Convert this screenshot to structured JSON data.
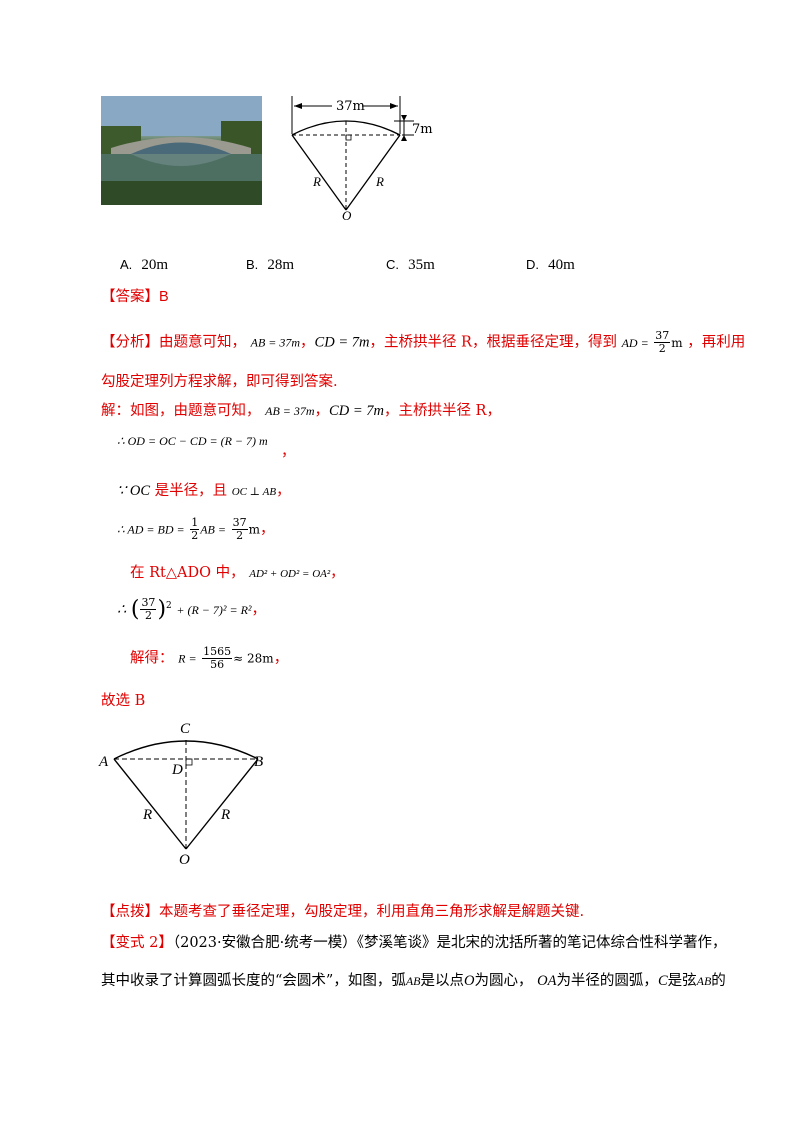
{
  "figure1": {
    "width_label": "37m",
    "height_label": "7m",
    "r_left": "R",
    "r_right": "R",
    "center": "O"
  },
  "choices": [
    {
      "letter": "A.",
      "value": "20m"
    },
    {
      "letter": "B.",
      "value": "28m"
    },
    {
      "letter": "C.",
      "value": "35m"
    },
    {
      "letter": "D.",
      "value": "40m"
    }
  ],
  "answer": {
    "label": "【答案】",
    "value": "B"
  },
  "analysis": {
    "label": "【分析】",
    "t1": "由题意可知，",
    "ab": "AB = 37m",
    "sep": "，",
    "cd": "CD = 7m",
    "t2": "，主桥拱半径 R，根据垂径定理，得到",
    "ad_lhs": "AD =",
    "ad_num": "37",
    "ad_den": "2",
    "ad_unit": "m",
    "t3": "，再利用",
    "line2": "勾股定理列方程求解，即可得到答案."
  },
  "solution": {
    "s1_a": "解：如图，由题意可知，",
    "s1_ab": "AB = 37m",
    "s1_sep": "，",
    "s1_cd": "CD = 7m",
    "s1_b": "，主桥拱半径 R，",
    "s2": "∴ OD = OC − CD = (R − 7) m",
    "s2_comma": "，",
    "s3_a": "∵ OC",
    "s3_b": " 是半径，且 ",
    "s3_c": "OC ⊥ AB",
    "s3_d": "，",
    "s4_a": "∴ AD = BD =",
    "s4_f1n": "1",
    "s4_f1d": "2",
    "s4_b": "AB =",
    "s4_f2n": "37",
    "s4_f2d": "2",
    "s4_c": "m",
    "s4_d": "，",
    "s5_a": "在 Rt△ADO 中，",
    "s5_b": "AD² + OD² = OA²",
    "s5_c": "，",
    "s6_a": "∴",
    "s6_fn": "37",
    "s6_fd": "2",
    "s6_b": "+ (R − 7)² = R²",
    "s6_c": "，",
    "s7_a": "解得：",
    "s7_b": "R =",
    "s7_fn": "1565",
    "s7_fd": "56",
    "s7_c": "≈ 28m",
    "s7_d": "，",
    "s8": "故选 B"
  },
  "figure2": {
    "a": "A",
    "b": "B",
    "c": "C",
    "d": "D",
    "o": "O",
    "r1": "R",
    "r2": "R"
  },
  "tip": {
    "label": "【点拨】",
    "text": "本题考查了垂径定理，勾股定理，利用直角三角形求解是解题关键."
  },
  "variant": {
    "label": "【变式 2】",
    "line1": "（2023·安徽合肥·统考一模）《梦溪笔谈》是北宋的沈括所著的笔记体综合性科学著作，",
    "line2_a": "其中收录了计算圆弧长度的“会圆术”，如图，弧",
    "line2_ab": "AB",
    "line2_b": "是以点",
    "line2_o": "O",
    "line2_c": "为圆心，",
    "line2_oa": "OA",
    "line2_d": "为半径的圆弧，",
    "line2_cc": "C",
    "line2_e": "是弦",
    "line2_ab2": "AB",
    "line2_f": "的"
  }
}
